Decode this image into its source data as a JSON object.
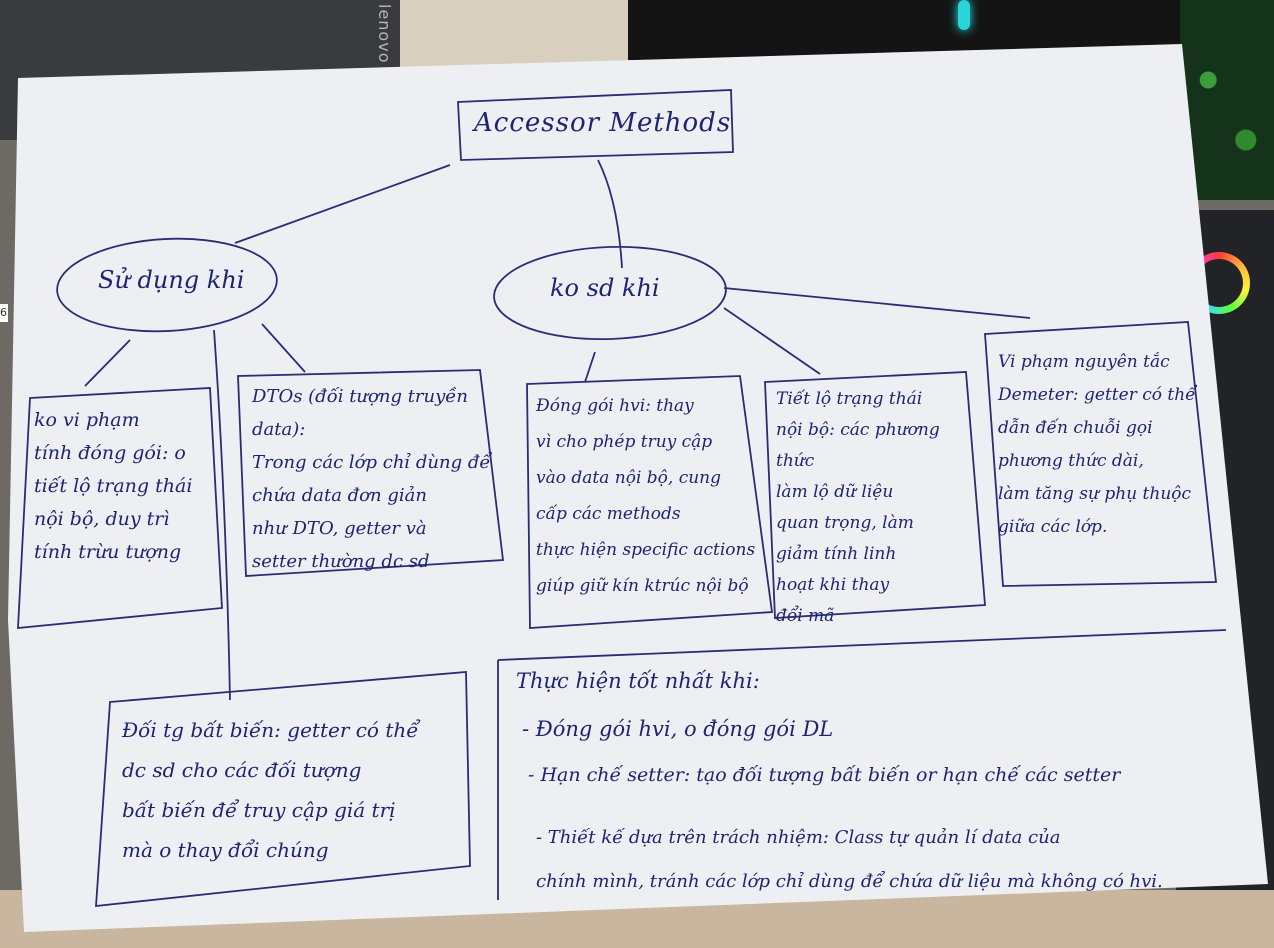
{
  "background": {
    "laptop_brand": "lenovo",
    "edge_number": "6",
    "paper_color": "#eeeff3",
    "ink_color": "#2a2d74"
  },
  "title": "Accessor Methods",
  "branches": {
    "use_when": {
      "label": "Sử dụng khi",
      "items": [
        {
          "text": "ko vi phạm\ntính đóng gói: o\ntiết lộ trạng thái\nnội bộ, duy trì\ntính trừu tượng"
        },
        {
          "text": "DTOs (đối tượng truyền data):\nTrong các lớp chỉ dùng để\nchứa data đơn giản\nnhư DTO, getter và\nsetter thường dc sd"
        },
        {
          "text": "Đối tg bất biến: getter có thể\ndc sd cho các đối tượng\nbất biến để truy cập giá trị\nmà o thay đổi chúng"
        }
      ]
    },
    "not_use_when": {
      "label": "ko sd khi",
      "items": [
        {
          "text": "Đóng gói hvi: thay\nvì cho phép truy cập\nvào data nội bộ, cung\ncấp các methods\nthực hiện specific actions\ngiúp giữ kín ktrúc nội bộ"
        },
        {
          "text": "Tiết lộ trạng thái\nnội bộ: các phương thức\nlàm lộ dữ liệu\nquan trọng, làm\ngiảm tính linh\nhoạt khi thay\nđổi mã"
        },
        {
          "text": "Vi phạm nguyên tắc\nDemeter: getter có thể\ndẫn đến chuỗi gọi\nphương thức dài,\nlàm tăng sự phụ thuộc\ngiữa các lớp."
        }
      ]
    }
  },
  "best_practice": {
    "heading": "Thực hiện tốt nhất khi:",
    "points": [
      "- Đóng gói hvi, o đóng gói DL",
      "- Hạn chế setter: tạo đối tượng bất biến or hạn chế các setter",
      "- Thiết kế dựa trên trách nhiệm: Class tự quản lí data của\nchính mình, tránh các lớp chỉ dùng để chứa dữ liệu mà không có hvi."
    ]
  }
}
